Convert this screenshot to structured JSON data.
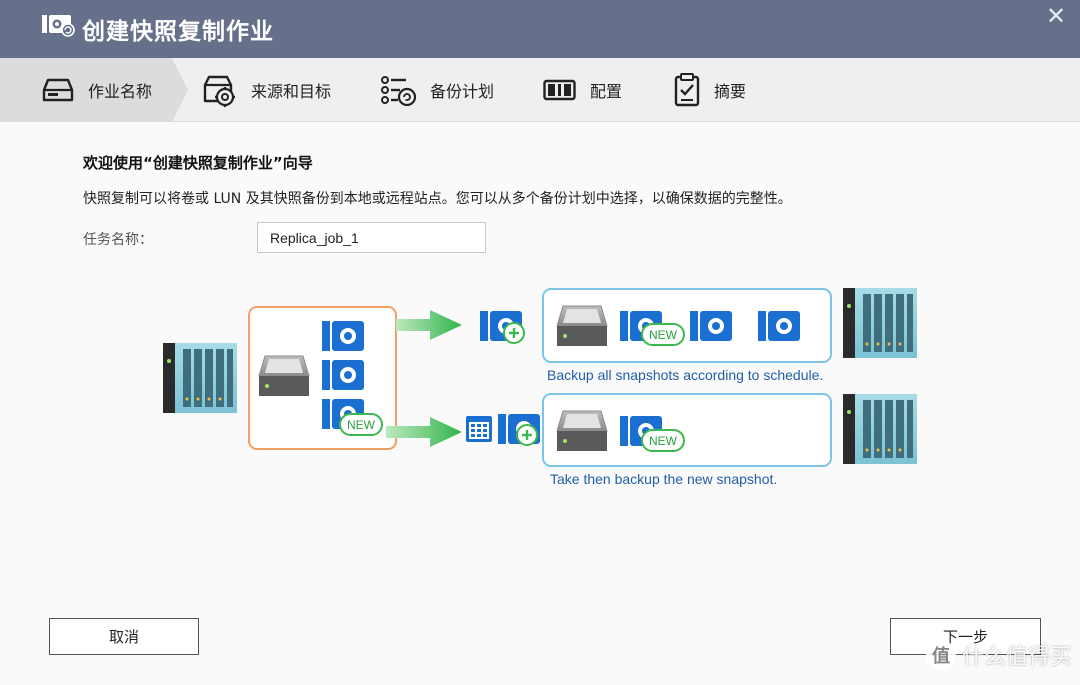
{
  "window": {
    "title": "创建快照复制作业",
    "close_symbol": "✕"
  },
  "steps": [
    {
      "label": "作业名称",
      "icon": "drive-icon",
      "active": true
    },
    {
      "label": "来源和目标",
      "icon": "gear-drive-icon",
      "active": false
    },
    {
      "label": "备份计划",
      "icon": "schedule-list-icon",
      "active": false
    },
    {
      "label": "配置",
      "icon": "config-icon",
      "active": false
    },
    {
      "label": "摘要",
      "icon": "clipboard-icon",
      "active": false
    }
  ],
  "wizard": {
    "heading": "欢迎使用“创建快照复制作业”向导",
    "description": "快照复制可以将卷或 LUN 及其快照备份到本地或远程站点。您可以从多个备份计划中选择，以确保数据的完整性。",
    "task_name_label": "任务名称：",
    "task_name_value": "Replica_job_1"
  },
  "diagram": {
    "new_badge": "NEW",
    "caption_top": "Backup all snapshots according to schedule.",
    "caption_bottom": "Take then backup the new snapshot.",
    "colors": {
      "orange": "#f0a064",
      "blue_border": "#7ec4e6",
      "green": "#3cb84e",
      "snapshot_blue": "#1a6fd1"
    }
  },
  "buttons": {
    "cancel": "取消",
    "next": "下一步"
  },
  "watermark": {
    "symbol": "值",
    "text": "什么值得买"
  }
}
